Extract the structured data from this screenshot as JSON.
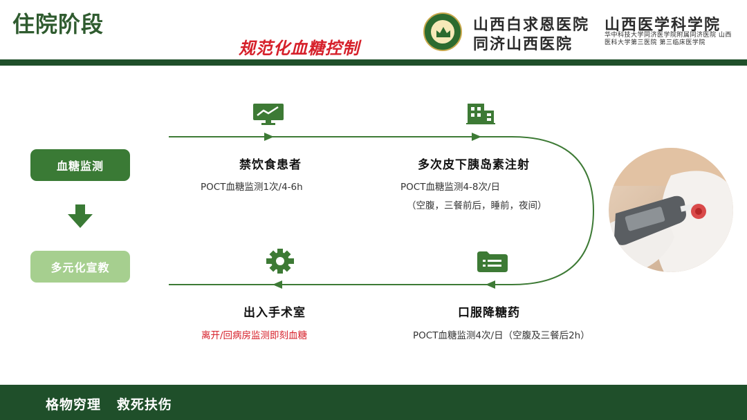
{
  "header": {
    "title": "住院阶段",
    "subtitle": "规范化血糖控制",
    "hospital_logo_text": [
      "山西白求恩医院",
      "同济山西医院",
      "山西医学科学院",
      "华中科技大学同济医学院附属同济医院 山西医科大学第三医院 第三临床医学院"
    ]
  },
  "left_panel": {
    "stage1": "血糖监测",
    "stage2": "多元化宣教"
  },
  "flow": {
    "steps": [
      {
        "icon": "monitor-chart-icon",
        "title": "禁饮食患者",
        "desc": [
          "POCT血糖监测1次/4-6h"
        ]
      },
      {
        "icon": "building-icon",
        "title": "多次皮下胰岛素注射",
        "desc": [
          "POCT血糖监测4-8次/日",
          "（空腹，三餐前后，睡前，夜间）"
        ]
      },
      {
        "icon": "gear-icon",
        "title": "出入手术室",
        "desc": [
          "离开/回病房监测即刻血糖"
        ]
      },
      {
        "icon": "folder-list-icon",
        "title": "口服降糖药",
        "desc": [
          "POCT血糖监测4次/日（空腹及三餐后2h）"
        ]
      }
    ]
  },
  "footer": {
    "slogan": "格物穷理   救死扶伤"
  },
  "colors": {
    "brand_green": "#1f4f2a",
    "line_green": "#3d7a35",
    "accent_red": "#d6202a"
  }
}
